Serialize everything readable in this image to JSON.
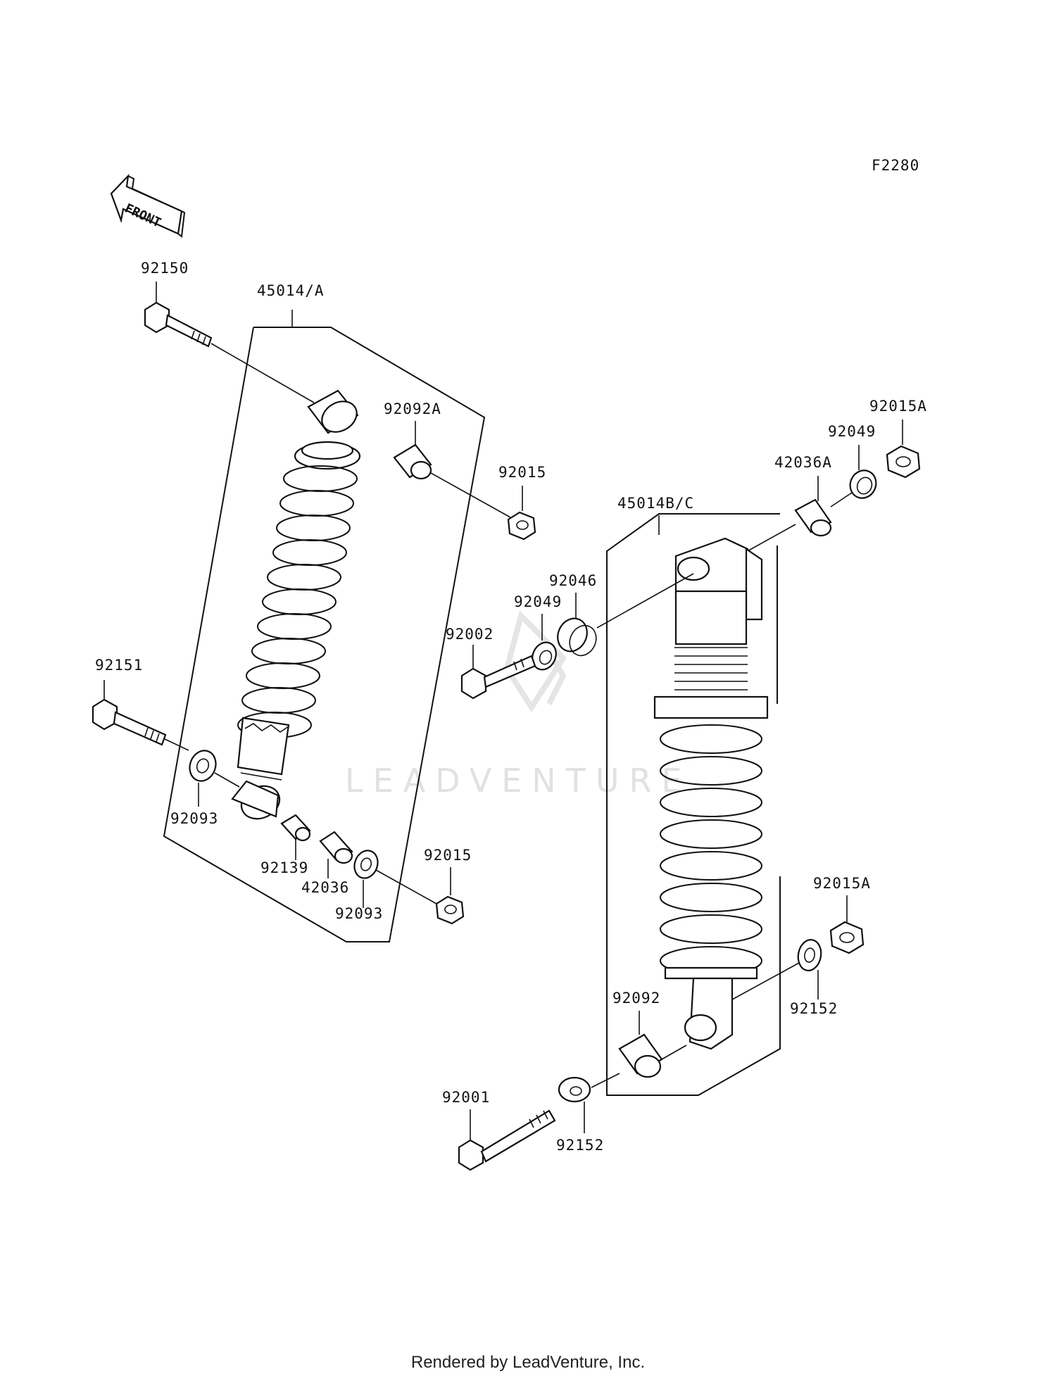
{
  "figure_code": "F2280",
  "front_label": "FRONT",
  "watermark": "LEADVENTURE",
  "footer": "Rendered by LeadVenture, Inc.",
  "callouts": {
    "p92150": "92150",
    "p45014a": "45014/A",
    "p92092a": "92092A",
    "p92015_top": "92015",
    "p92151": "92151",
    "p92093_l": "92093",
    "p92139": "92139",
    "p42036": "42036",
    "p92093_r": "92093",
    "p92015_bot": "92015",
    "p92015a_top": "92015A",
    "p92049_top": "92049",
    "p42036a": "42036A",
    "p45014bc": "45014B/C",
    "p92046": "92046",
    "p92049_mid": "92049",
    "p92002": "92002",
    "p92015a_bot": "92015A",
    "p92152_r": "92152",
    "p92092": "92092",
    "p92001": "92001",
    "p92152_b": "92152"
  }
}
